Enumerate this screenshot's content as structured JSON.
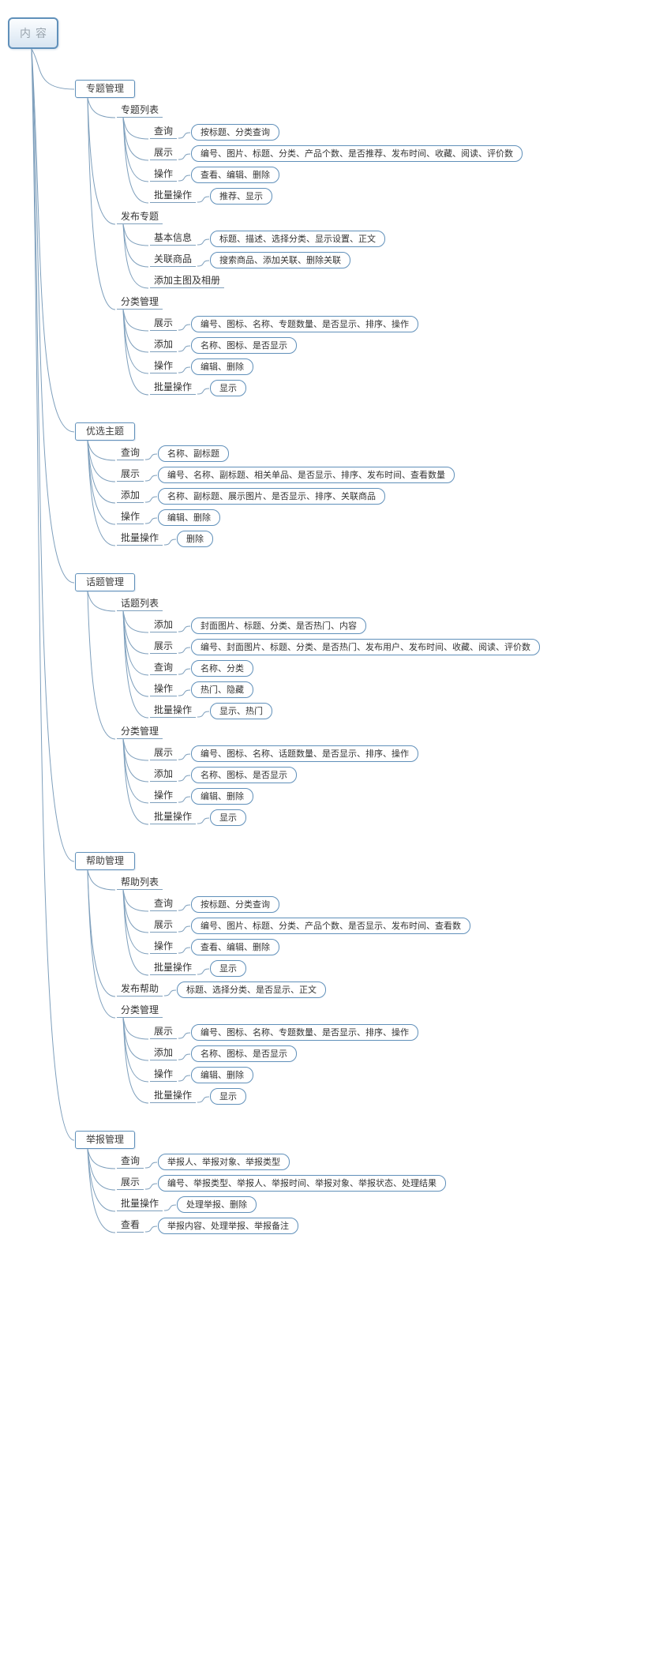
{
  "colors": {
    "connector": "#7e9fbc",
    "node_border": "#6090ba",
    "root_text": "#99a4ad"
  },
  "diagram": {
    "root": {
      "label": "内容",
      "children": [
        {
          "label": "专题管理",
          "children": [
            {
              "label": "专题列表",
              "children": [
                {
                  "label": "查询",
                  "detail": "按标题、分类查询"
                },
                {
                  "label": "展示",
                  "detail": "编号、图片、标题、分类、产品个数、是否推荐、发布时间、收藏、阅读、评价数"
                },
                {
                  "label": "操作",
                  "detail": "查看、编辑、删除"
                },
                {
                  "label": "批量操作",
                  "detail": "推荐、显示"
                }
              ]
            },
            {
              "label": "发布专题",
              "children": [
                {
                  "label": "基本信息",
                  "detail": "标题、描述、选择分类、显示设置、正文"
                },
                {
                  "label": "关联商品",
                  "detail": "搜索商品、添加关联、删除关联"
                },
                {
                  "label": "添加主图及相册"
                }
              ]
            },
            {
              "label": "分类管理",
              "children": [
                {
                  "label": "展示",
                  "detail": "编号、图标、名称、专题数量、是否显示、排序、操作"
                },
                {
                  "label": "添加",
                  "detail": "名称、图标、是否显示"
                },
                {
                  "label": "操作",
                  "detail": "编辑、删除"
                },
                {
                  "label": "批量操作",
                  "detail": "显示"
                }
              ]
            }
          ]
        },
        {
          "label": "优选主题",
          "children": [
            {
              "label": "查询",
              "detail": "名称、副标题"
            },
            {
              "label": "展示",
              "detail": "编号、名称、副标题、相关单品、是否显示、排序、发布时间、查看数量"
            },
            {
              "label": "添加",
              "detail": "名称、副标题、展示图片、是否显示、排序、关联商品"
            },
            {
              "label": "操作",
              "detail": "编辑、删除"
            },
            {
              "label": "批量操作",
              "detail": "删除"
            }
          ]
        },
        {
          "label": "话题管理",
          "children": [
            {
              "label": "话题列表",
              "children": [
                {
                  "label": "添加",
                  "detail": "封面图片、标题、分类、是否热门、内容"
                },
                {
                  "label": "展示",
                  "detail": "编号、封面图片、标题、分类、是否热门、发布用户、发布时间、收藏、阅读、评价数"
                },
                {
                  "label": "查询",
                  "detail": "名称、分类"
                },
                {
                  "label": "操作",
                  "detail": "热门、隐藏"
                },
                {
                  "label": "批量操作",
                  "detail": "显示、热门"
                }
              ]
            },
            {
              "label": "分类管理",
              "children": [
                {
                  "label": "展示",
                  "detail": "编号、图标、名称、话题数量、是否显示、排序、操作"
                },
                {
                  "label": "添加",
                  "detail": "名称、图标、是否显示"
                },
                {
                  "label": "操作",
                  "detail": "编辑、删除"
                },
                {
                  "label": "批量操作",
                  "detail": "显示"
                }
              ]
            }
          ]
        },
        {
          "label": "帮助管理",
          "children": [
            {
              "label": "帮助列表",
              "children": [
                {
                  "label": "查询",
                  "detail": "按标题、分类查询"
                },
                {
                  "label": "展示",
                  "detail": "编号、图片、标题、分类、产品个数、是否显示、发布时间、查看数"
                },
                {
                  "label": "操作",
                  "detail": "查看、编辑、删除"
                },
                {
                  "label": "批量操作",
                  "detail": "显示"
                }
              ]
            },
            {
              "label": "发布帮助",
              "detail": "标题、选择分类、是否显示、正文"
            },
            {
              "label": "分类管理",
              "children": [
                {
                  "label": "展示",
                  "detail": "编号、图标、名称、专题数量、是否显示、排序、操作"
                },
                {
                  "label": "添加",
                  "detail": "名称、图标、是否显示"
                },
                {
                  "label": "操作",
                  "detail": "编辑、删除"
                },
                {
                  "label": "批量操作",
                  "detail": "显示"
                }
              ]
            }
          ]
        },
        {
          "label": "举报管理",
          "children": [
            {
              "label": "查询",
              "detail": "举报人、举报对象、举报类型"
            },
            {
              "label": "展示",
              "detail": "编号、举报类型、举报人、举报时间、举报对象、举报状态、处理结果"
            },
            {
              "label": "批量操作",
              "detail": "处理举报、删除"
            },
            {
              "label": "查看",
              "detail": "举报内容、处理举报、举报备注"
            }
          ]
        }
      ]
    }
  }
}
